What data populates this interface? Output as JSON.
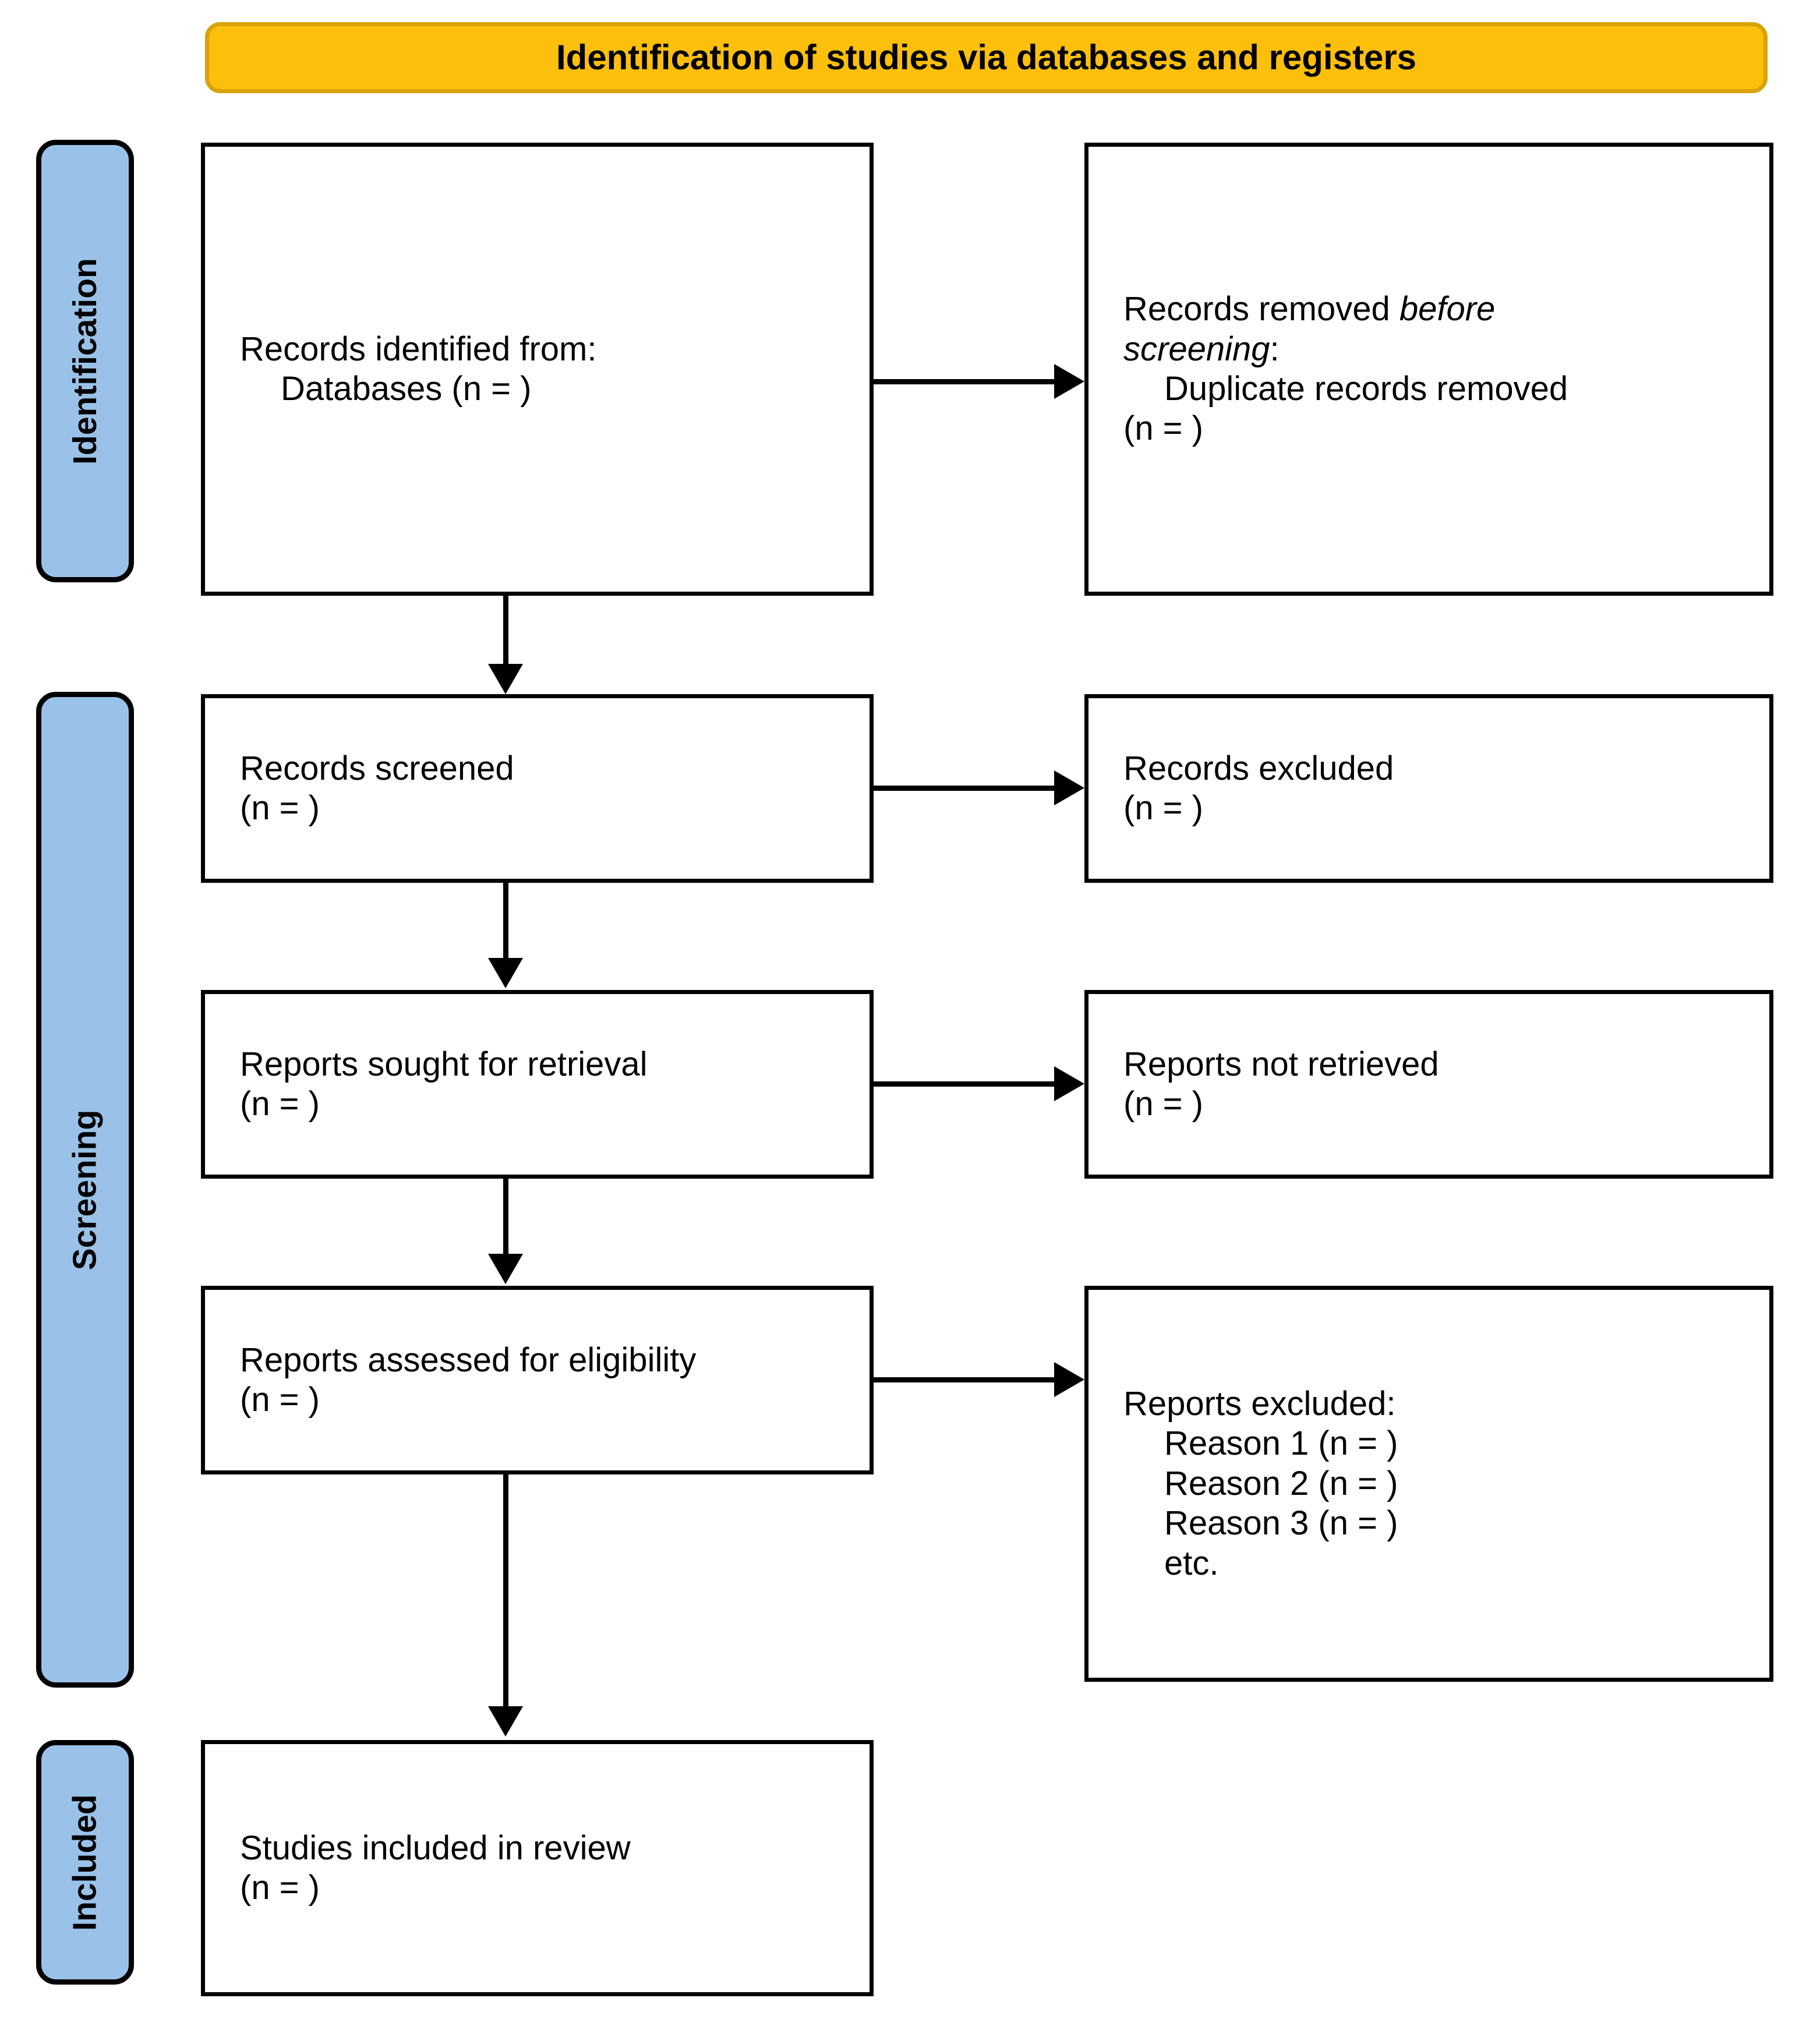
{
  "header": {
    "title": "Identification of studies via databases and registers",
    "background_color": "#FBBF0C",
    "border_color": "#D9A207"
  },
  "stage_bar_color": "#9AC2E8",
  "stages": [
    {
      "name": "identification",
      "label": "Identification"
    },
    {
      "name": "screening",
      "label": "Screening"
    },
    {
      "name": "included",
      "label": "Included"
    }
  ],
  "boxes": {
    "identified": {
      "line1": "Records identified from:",
      "line2": "Databases (n = )"
    },
    "removed": {
      "line1_prefix": "Records removed ",
      "line1_italic": "before",
      "line2_italic": "screening",
      "line2_suffix": ":",
      "line3": "Duplicate records removed",
      "line4": "(n = )"
    },
    "screened": {
      "line1": "Records screened",
      "line2": "(n = )"
    },
    "records_excluded": {
      "line1": "Records excluded",
      "line2": "(n = )"
    },
    "sought": {
      "line1": "Reports sought for retrieval",
      "line2": "(n = )"
    },
    "not_retrieved": {
      "line1": "Reports not retrieved",
      "line2": "(n = )"
    },
    "assessed": {
      "line1": "Reports assessed for eligibility",
      "line2": "(n = )"
    },
    "reports_excluded": {
      "line1": "Reports excluded:",
      "line2": "Reason 1 (n = )",
      "line3": "Reason 2 (n = )",
      "line4": "Reason 3 (n = )",
      "line5": "etc."
    },
    "included_review": {
      "line1": "Studies included in review",
      "line2": "(n = )"
    }
  }
}
